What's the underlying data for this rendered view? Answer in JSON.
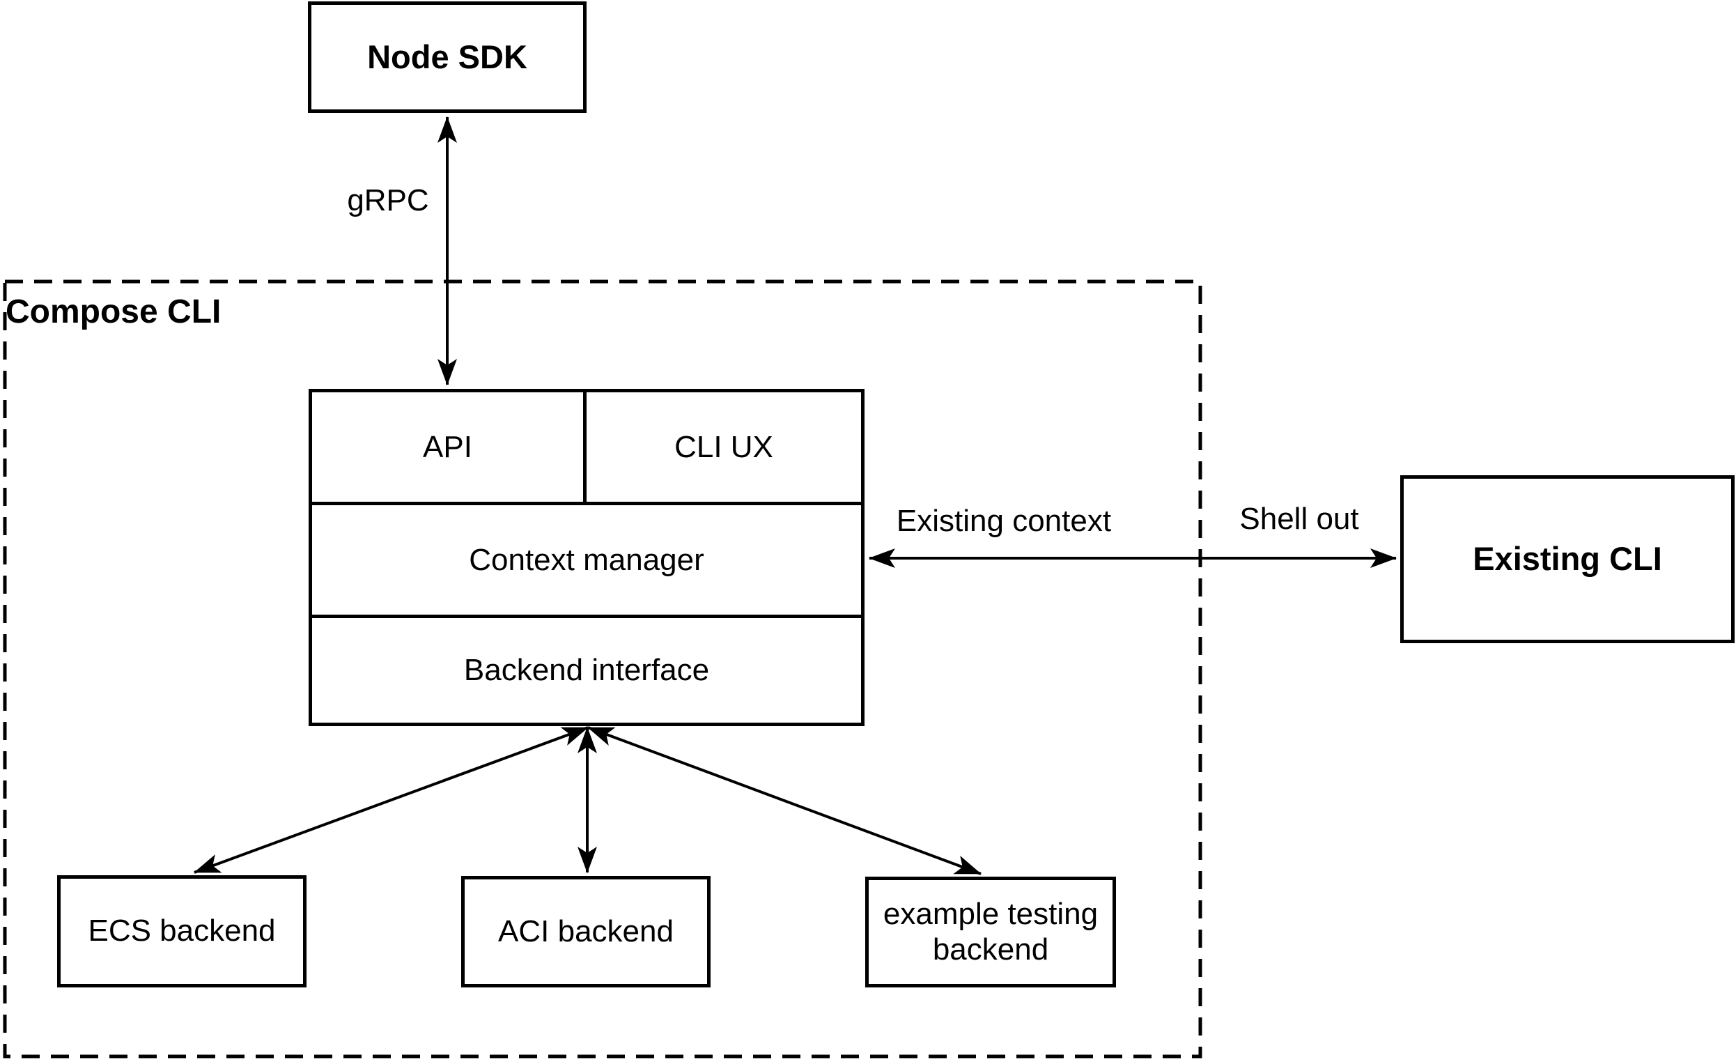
{
  "canvas": {
    "background": "#ffffff",
    "stroke": "#000000"
  },
  "nodes": {
    "node_sdk": {
      "label": "Node SDK"
    },
    "compose_cli_group": {
      "label": "Compose CLI"
    },
    "stack": {
      "api": {
        "label": "API"
      },
      "cli_ux": {
        "label": "CLI UX"
      },
      "context_manager": {
        "label": "Context manager"
      },
      "backend_interface": {
        "label": "Backend interface"
      }
    },
    "existing_cli": {
      "label": "Existing CLI"
    },
    "backends": {
      "ecs": {
        "label": "ECS backend"
      },
      "aci": {
        "label": "ACI backend"
      },
      "example": {
        "label": "example testing backend"
      }
    }
  },
  "edges": {
    "grpc": {
      "label": "gRPC",
      "type": "double-arrow"
    },
    "context_shell": {
      "label_left": "Existing context",
      "label_right": "Shell out",
      "type": "double-arrow"
    },
    "backend_links": {
      "type": "double-arrow"
    }
  }
}
